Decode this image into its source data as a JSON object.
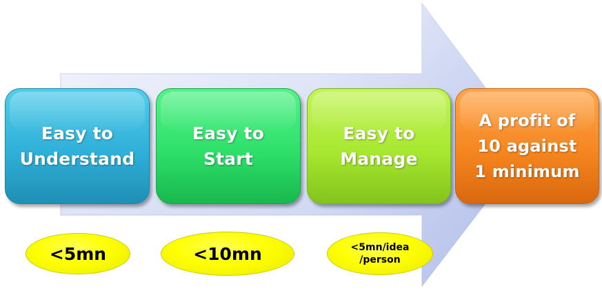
{
  "diagram": {
    "steps": [
      {
        "label": "Easy to\nUnderstand",
        "color": "#2fb0d9"
      },
      {
        "label": "Easy to\nStart",
        "color": "#2ee06a"
      },
      {
        "label": "Easy to\nManage",
        "color": "#a8e830"
      },
      {
        "label": "A profit of\n10 against\n1 minimum",
        "color": "#f5861f"
      }
    ],
    "times": [
      {
        "label": "<5mn"
      },
      {
        "label": "<10mn"
      },
      {
        "label": "<5mn/idea\n/person"
      }
    ],
    "arrow_color": "#c9d3f2",
    "ellipse_color": "#ffff00"
  }
}
